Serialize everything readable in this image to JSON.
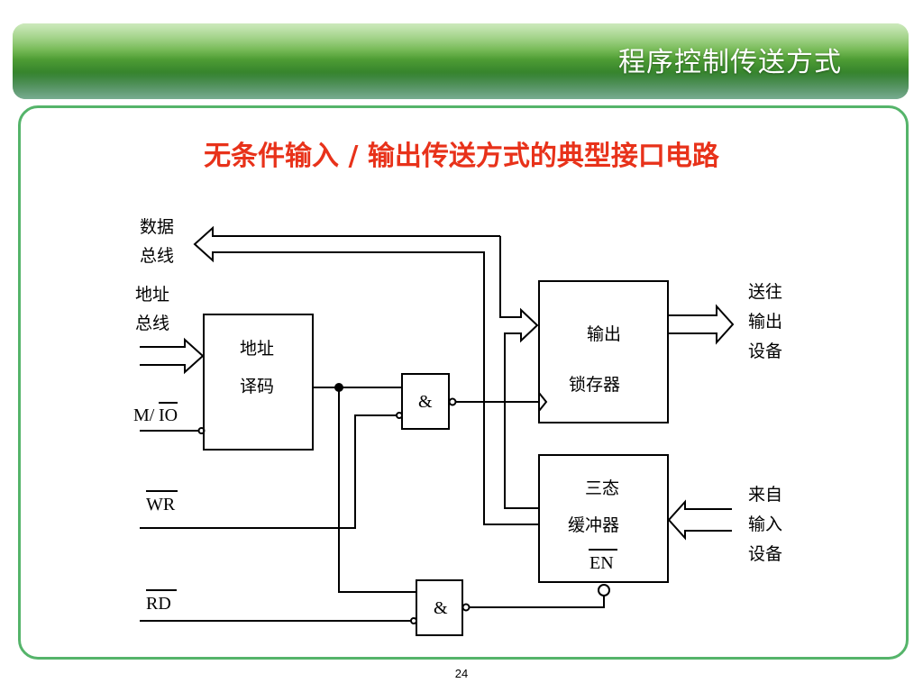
{
  "slide": {
    "title": "程序控制传送方式",
    "page_number": "24"
  },
  "heading": "无条件输入 / 输出传送方式的典型接口电路",
  "diagram": {
    "labels": {
      "data_bus_1": "数据",
      "data_bus_2": "总线",
      "addr_bus_1": "地址",
      "addr_bus_2": "总线",
      "mio_left": "M/",
      "mio_right": "IO",
      "wr": "WR",
      "rd": "RD",
      "decoder_1": "地址",
      "decoder_2": "译码",
      "and_gate_symbol": "&",
      "latch_1": "输出",
      "latch_2": "锁存器",
      "buffer_1": "三态",
      "buffer_2": "缓冲器",
      "en": "EN",
      "to_out_1": "送往",
      "to_out_2": "输出",
      "to_out_3": "设备",
      "from_in_1": "来自",
      "from_in_2": "输入",
      "from_in_3": "设备"
    }
  }
}
